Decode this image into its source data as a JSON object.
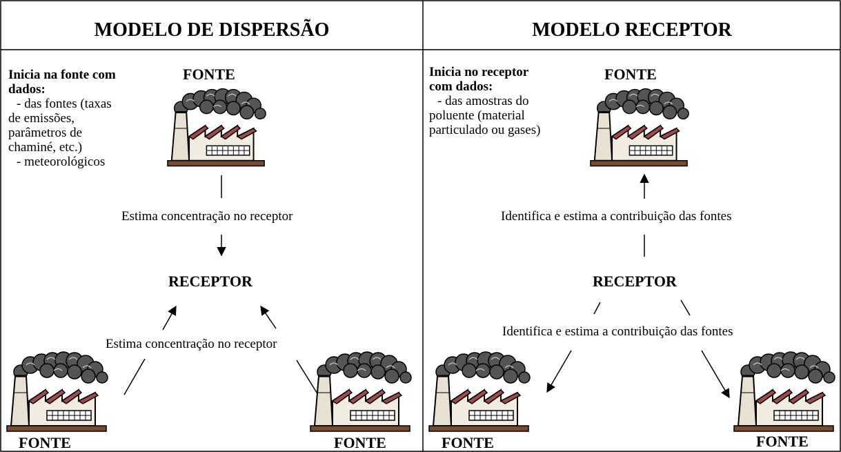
{
  "left": {
    "title": "MODELO DE DISPERSÃO",
    "desc_heading": [
      "Inicia na fonte com",
      "dados:"
    ],
    "desc_lines": [
      "- das fontes (taxas",
      "de emissões,",
      "parâmetros de",
      "chaminé, etc.)",
      "- meteorológicos"
    ],
    "fonte_top": "FONTE",
    "estimate_top": "Estima concentração no receptor",
    "receptor": "RECEPTOR",
    "estimate_bottom": "Estima concentração no receptor",
    "fonte_bottom_left": "FONTE",
    "fonte_bottom_right": "FONTE"
  },
  "right": {
    "title": "MODELO RECEPTOR",
    "desc_heading": [
      "Inicia no receptor",
      "com dados:"
    ],
    "desc_lines": [
      "- das amostras do",
      "poluente (material",
      "particulado ou gases)"
    ],
    "fonte_top": "FONTE",
    "identify_top": "Identifica e estima a contribuição das fontes",
    "receptor": "RECEPTOR",
    "identify_bottom": "Identifica e estima a contribuição das fontes",
    "fonte_bottom_left": "FONTE",
    "fonte_bottom_right": "FONTE"
  },
  "colors": {
    "roof": "#a24a4a",
    "smoke": "#4a4a4a",
    "ground": "#7a4a2a"
  },
  "icons": [
    "factory-icon"
  ]
}
